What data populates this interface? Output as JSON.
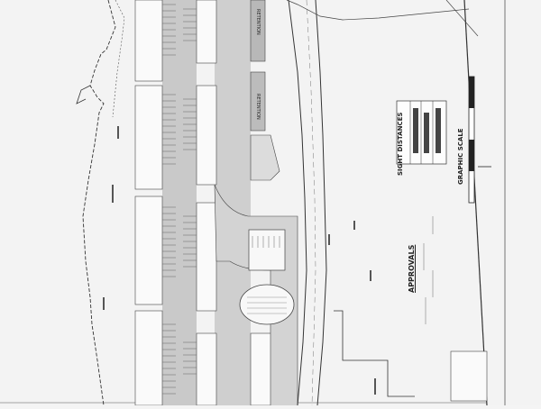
{
  "sheet": {
    "title_blocks": {
      "approvals": "APPROVALS",
      "sight_distances": "SIGHT DISTANCES",
      "graphic_scale": "GRAPHIC SCALE"
    },
    "labels": {
      "retention_1": "RETENTION",
      "retention_2": "RETENTION"
    }
  }
}
